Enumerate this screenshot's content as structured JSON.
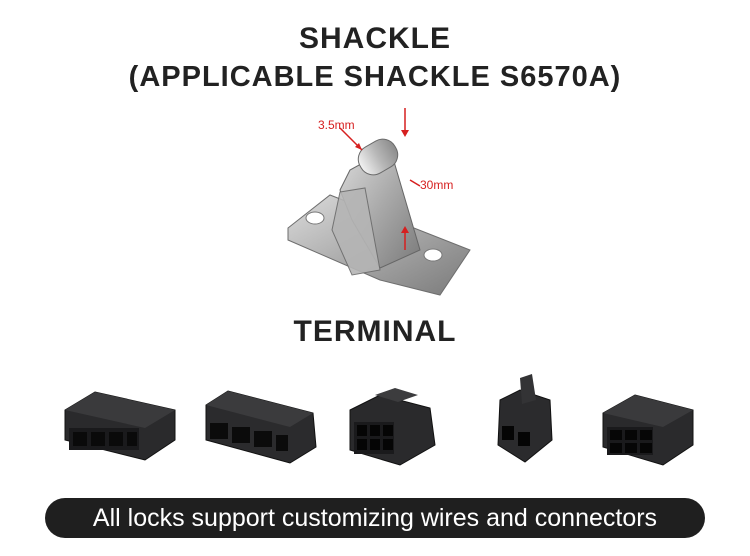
{
  "heading": {
    "line1": "SHACKLE",
    "line2": "(APPLICABLE SHACKLE S6570A)"
  },
  "shackle": {
    "callout_pin": "3.5mm",
    "callout_height": "30mm"
  },
  "terminal": {
    "title": "TERMINAL",
    "items": [
      "connector-1",
      "connector-2",
      "connector-3",
      "connector-4",
      "connector-5"
    ]
  },
  "banner": {
    "text": "All locks support customizing wires and connectors"
  },
  "colors": {
    "callout": "#d61f1f",
    "banner_bg": "#1f1f1f",
    "connector": "#2a2a2c"
  }
}
